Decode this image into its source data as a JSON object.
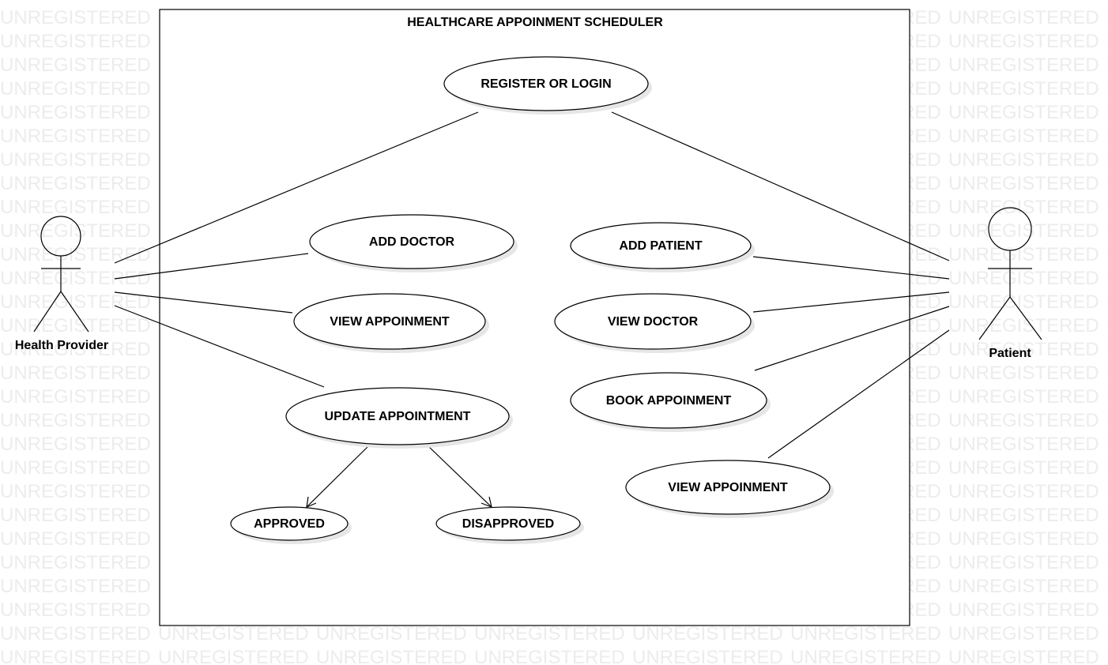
{
  "watermark": "UNREGISTERED",
  "system": {
    "title": "HEALTHCARE APPOINMENT SCHEDULER"
  },
  "actors": {
    "provider": {
      "label": "Health Provider"
    },
    "patient": {
      "label": "Patient"
    }
  },
  "use_cases": {
    "register": "REGISTER OR LOGIN",
    "add_doctor": "ADD DOCTOR",
    "view_appointment_provider": "VIEW APPOINMENT",
    "update_appointment": "UPDATE APPOINTMENT",
    "approved": "APPROVED",
    "disapproved": "DISAPPROVED",
    "add_patient": "ADD PATIENT",
    "view_doctor": "VIEW DOCTOR",
    "book_appointment": "BOOK APPOINMENT",
    "view_appointment_patient": "VIEW APPOINMENT"
  },
  "relations": [
    {
      "from": "provider",
      "to": "register",
      "type": "association"
    },
    {
      "from": "provider",
      "to": "add_doctor",
      "type": "association"
    },
    {
      "from": "provider",
      "to": "view_appointment_provider",
      "type": "association"
    },
    {
      "from": "provider",
      "to": "update_appointment",
      "type": "association"
    },
    {
      "from": "update_appointment",
      "to": "approved",
      "type": "directed"
    },
    {
      "from": "update_appointment",
      "to": "disapproved",
      "type": "directed"
    },
    {
      "from": "patient",
      "to": "register",
      "type": "association"
    },
    {
      "from": "patient",
      "to": "add_patient",
      "type": "association"
    },
    {
      "from": "patient",
      "to": "view_doctor",
      "type": "association"
    },
    {
      "from": "patient",
      "to": "book_appointment",
      "type": "association"
    },
    {
      "from": "patient",
      "to": "view_appointment_patient",
      "type": "association"
    }
  ]
}
